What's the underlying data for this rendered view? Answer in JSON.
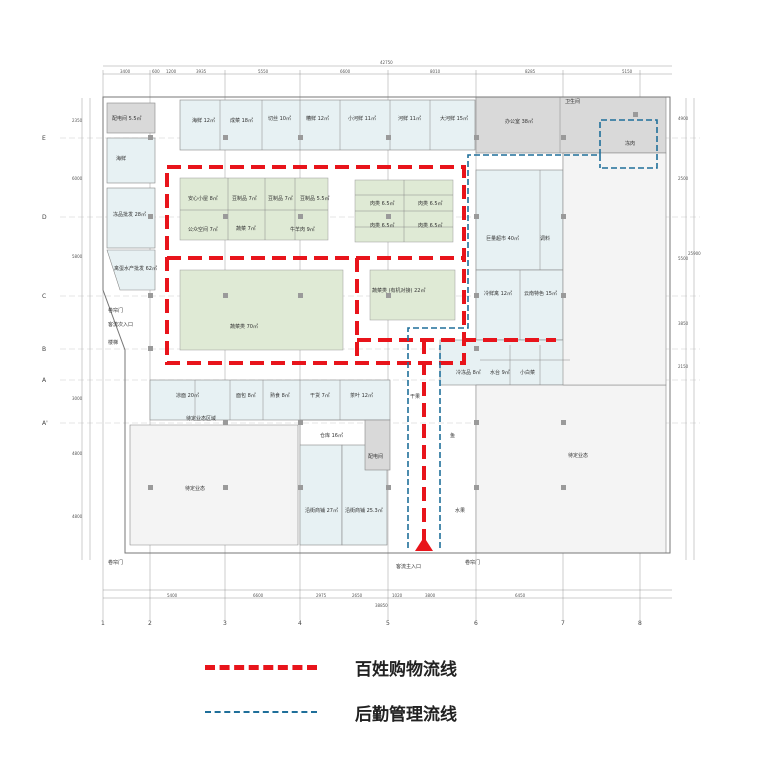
{
  "colors": {
    "shopping_flow": "#e8141b",
    "logistics_flow": "#1f6f9a",
    "green_zone": "#dfead5",
    "green_zone_dark": "#cfdfc3",
    "light_blue_zone": "#e7f1f3",
    "gray_zone": "#d9d9d9",
    "wall": "#888888"
  },
  "rooms": {
    "r1": "配电间 5.5㎡",
    "r2": "海鲜 12㎡",
    "r3": "成菜 18㎡",
    "r4": "切丝 10㎡",
    "r5": "糟鲜 12㎡",
    "r6": "小河鲜 11㎡",
    "r7": "河鲜 11㎡",
    "r8": "大河鲜 15㎡",
    "r9": "卫生间",
    "r10": "办公室 38㎡",
    "r11": "海鲜",
    "r12": "冻肉",
    "r13": "冻品批发 28㎡",
    "r14": "安心小屋 8㎡",
    "r15": "公众空间 7㎡",
    "r16": "豆制品 7㎡",
    "r17": "蔬菜 7㎡",
    "r18": "豆制品 7㎡",
    "r19": "豆制品 5.5㎡",
    "r20": "牛羊肉 9㎡",
    "r21": "肉类 6.5㎡",
    "r22": "肉类 6.5㎡",
    "r23": "肉类 6.5㎡",
    "r24": "肉类 6.5㎡",
    "r25": "巨量超市 40㎡",
    "r26": "调料",
    "r27": "禽蛋水产批发 62㎡",
    "r28": "蔬菜类 70㎡",
    "r29": "蔬菜类 (有机对接) 22㎡",
    "r30": "冷鲜禽 12㎡",
    "r31": "云南特色 15㎡",
    "r32": "凉面 20㎡",
    "r33": "面包 8㎡",
    "r34": "熟食 8㎡",
    "r35": "茶叶 12㎡",
    "r36": "干货 7㎡",
    "r37": "仓库 16㎡",
    "r38": "配电间",
    "r39": "干果",
    "r40": "冷冻品 8㎡",
    "r41": "水台 9㎡",
    "r42": "小白菜",
    "r43": "待定业态区域",
    "r44": "待定业态",
    "r45": "待定业态",
    "r46": "沿街商铺 27㎡",
    "r47": "沿街商铺 25.3㎡",
    "r48": "鱼",
    "r49": "水果"
  },
  "entries": {
    "e1": "卷帘门",
    "e2": "客流次入口",
    "e3": "卷帘门",
    "e4": "客流主入口",
    "e5": "卷帘门",
    "e6": "楼梯"
  },
  "dimensions": {
    "overall": "42750",
    "top": [
      "3400",
      "600",
      "1200",
      "3935",
      "5550",
      "6600",
      "8010",
      "8285",
      "5150"
    ],
    "bottom": [
      "5400",
      "6600",
      "2975",
      "2650",
      "1020",
      "3800",
      "6450"
    ],
    "bottom_total": "38850",
    "right": [
      "4900",
      "2500",
      "5500",
      "3850",
      "2150"
    ],
    "right_total": "25900",
    "left": [
      "2350",
      "6000",
      "5800",
      "3000",
      "4800",
      "4800"
    ]
  },
  "grid": {
    "rows": [
      "E",
      "D",
      "C",
      "B",
      "A",
      "A'"
    ],
    "cols": [
      "1",
      "2",
      "3",
      "4",
      "5",
      "6",
      "7",
      "8"
    ]
  },
  "legend": [
    {
      "label": "百姓购物流线",
      "color": "#e8141b",
      "style": "long-dash"
    },
    {
      "label": "后勤管理流线",
      "color": "#1f6f9a",
      "style": "short-dash"
    }
  ]
}
